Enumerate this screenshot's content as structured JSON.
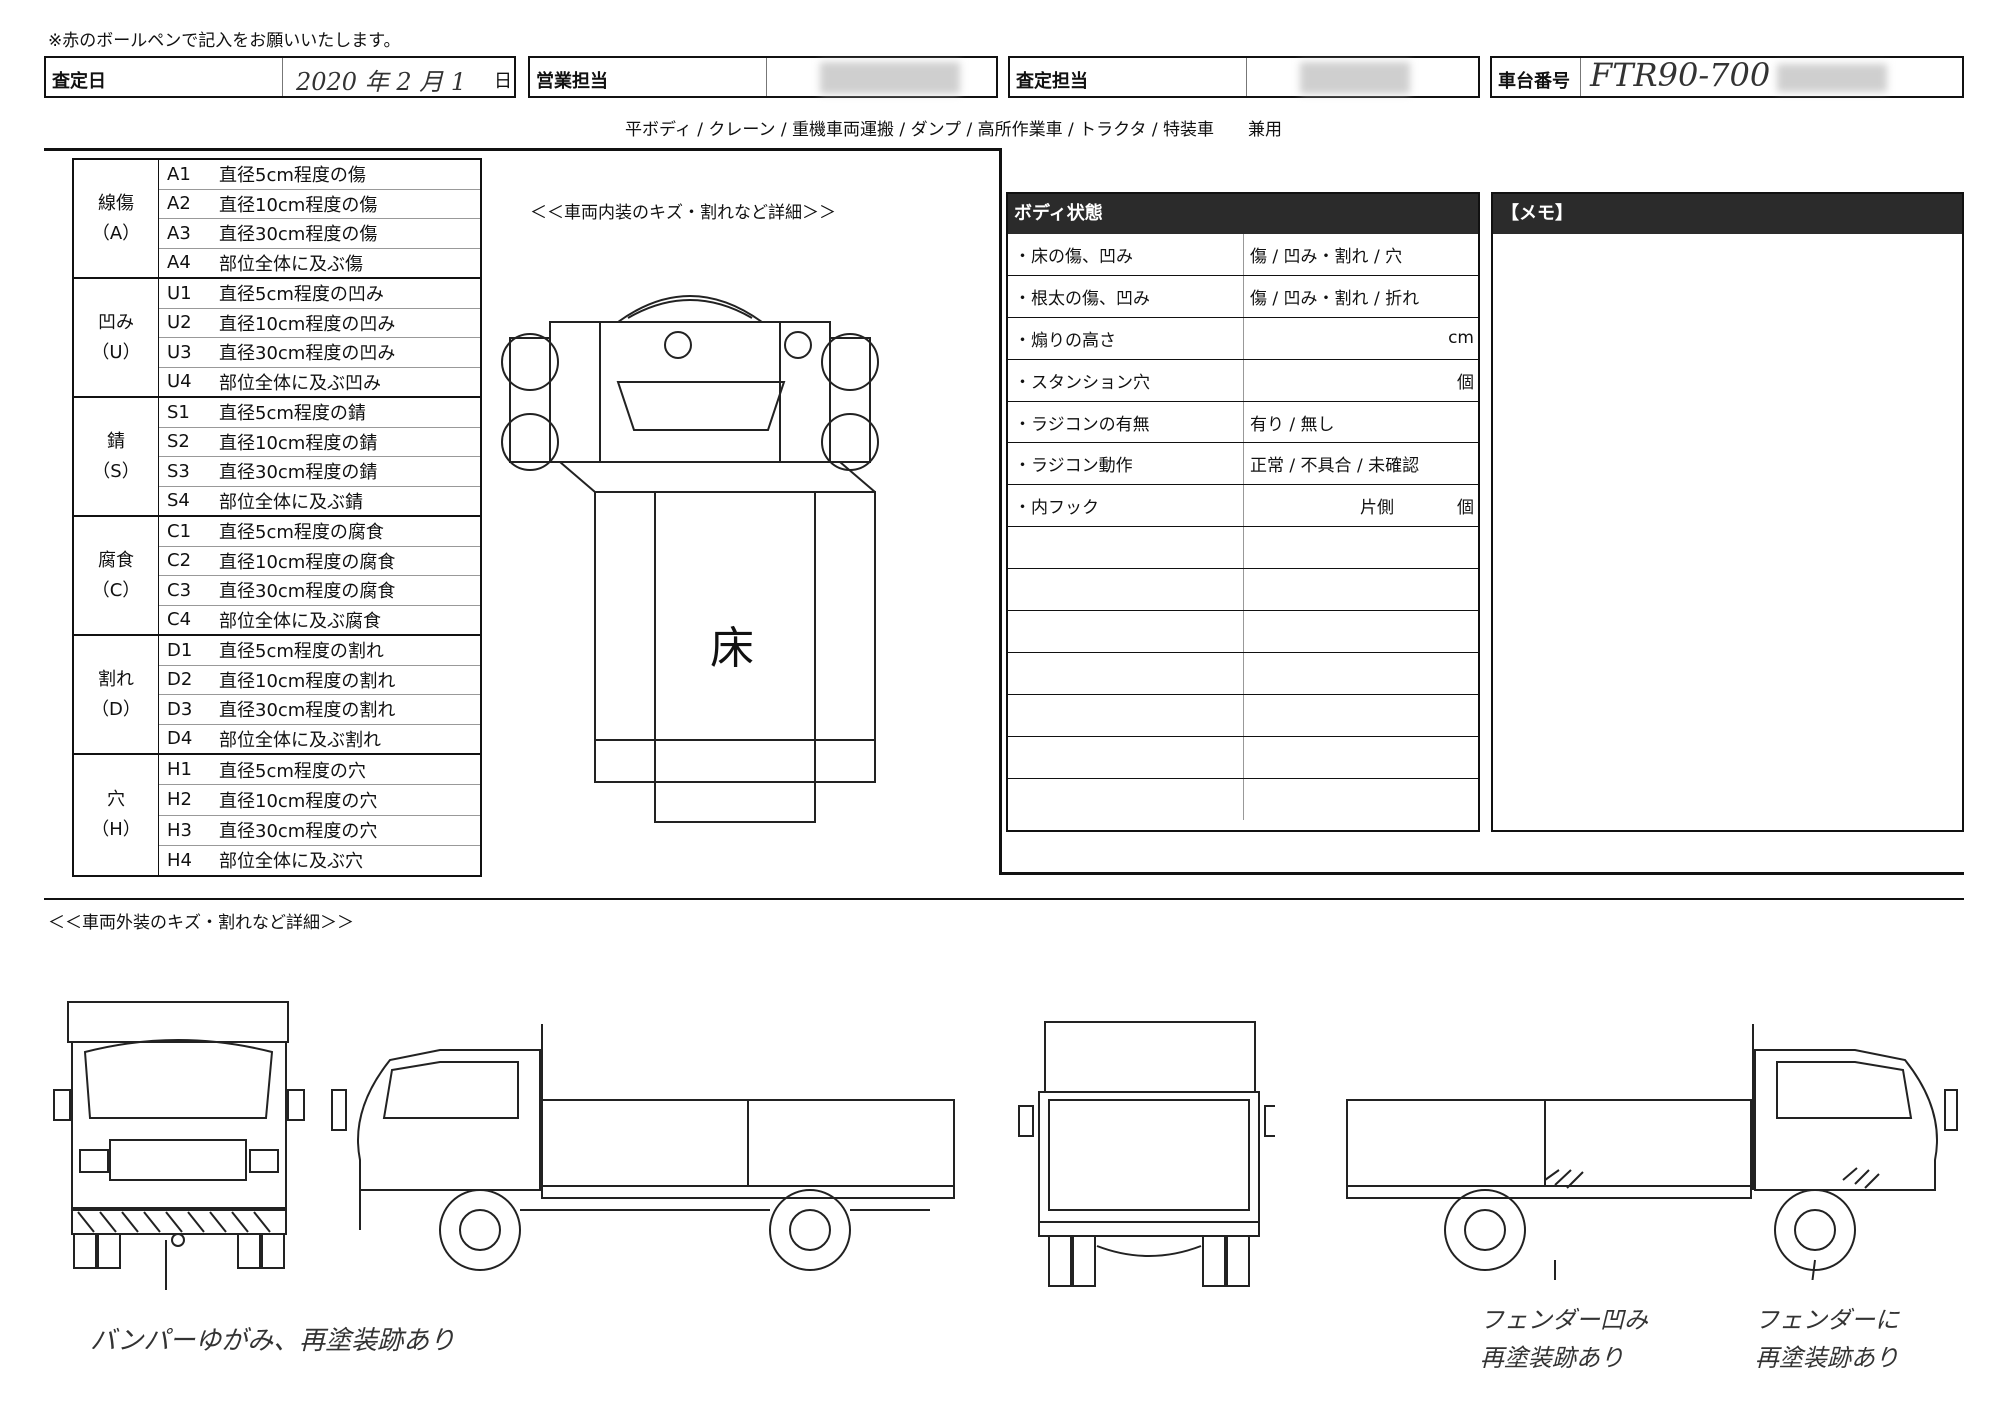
{
  "instruction_note": "※赤のボールペンで記入をお願いいたします。",
  "header": {
    "appraisal_date_label": "査定日",
    "appraisal_date_value": "2020 年 2 月 1",
    "appraisal_date_suffix": "日",
    "sales_rep_label": "営業担当",
    "appraiser_label": "査定担当",
    "chassis_no_label": "車台番号",
    "chassis_no_value": "FTR90-700"
  },
  "vehicle_types": "平ボディ / クレーン / 重機車両運搬 / ダンプ / 高所作業車 / トラクタ / 特装車　　兼用",
  "damage_legend": [
    {
      "category": "線傷",
      "code": "（A）",
      "items": [
        {
          "code": "A1",
          "desc": "直径5cm程度の傷"
        },
        {
          "code": "A2",
          "desc": "直径10cm程度の傷"
        },
        {
          "code": "A3",
          "desc": "直径30cm程度の傷"
        },
        {
          "code": "A4",
          "desc": "部位全体に及ぶ傷"
        }
      ]
    },
    {
      "category": "凹み",
      "code": "（U）",
      "items": [
        {
          "code": "U1",
          "desc": "直径5cm程度の凹み"
        },
        {
          "code": "U2",
          "desc": "直径10cm程度の凹み"
        },
        {
          "code": "U3",
          "desc": "直径30cm程度の凹み"
        },
        {
          "code": "U4",
          "desc": "部位全体に及ぶ凹み"
        }
      ]
    },
    {
      "category": "錆",
      "code": "（S）",
      "items": [
        {
          "code": "S1",
          "desc": "直径5cm程度の錆"
        },
        {
          "code": "S2",
          "desc": "直径10cm程度の錆"
        },
        {
          "code": "S3",
          "desc": "直径30cm程度の錆"
        },
        {
          "code": "S4",
          "desc": "部位全体に及ぶ錆"
        }
      ]
    },
    {
      "category": "腐食",
      "code": "（C）",
      "items": [
        {
          "code": "C1",
          "desc": "直径5cm程度の腐食"
        },
        {
          "code": "C2",
          "desc": "直径10cm程度の腐食"
        },
        {
          "code": "C3",
          "desc": "直径30cm程度の腐食"
        },
        {
          "code": "C4",
          "desc": "部位全体に及ぶ腐食"
        }
      ]
    },
    {
      "category": "割れ",
      "code": "（D）",
      "items": [
        {
          "code": "D1",
          "desc": "直径5cm程度の割れ"
        },
        {
          "code": "D2",
          "desc": "直径10cm程度の割れ"
        },
        {
          "code": "D3",
          "desc": "直径30cm程度の割れ"
        },
        {
          "code": "D4",
          "desc": "部位全体に及ぶ割れ"
        }
      ]
    },
    {
      "category": "穴",
      "code": "（H）",
      "items": [
        {
          "code": "H1",
          "desc": "直径5cm程度の穴"
        },
        {
          "code": "H2",
          "desc": "直径10cm程度の穴"
        },
        {
          "code": "H3",
          "desc": "直径30cm程度の穴"
        },
        {
          "code": "H4",
          "desc": "部位全体に及ぶ穴"
        }
      ]
    }
  ],
  "interior_title": "＜＜車両内装のキズ・割れなど詳細＞＞",
  "floor_label": "床",
  "body_state": {
    "title": "ボディ状態",
    "rows": [
      {
        "label": "・床の傷、凹み",
        "value": "傷 / 凹み・割れ / 穴",
        "unit": ""
      },
      {
        "label": "・根太の傷、凹み",
        "value": "傷 / 凹み・割れ / 折れ",
        "unit": ""
      },
      {
        "label": "・煽りの高さ",
        "value": "",
        "unit": "cm"
      },
      {
        "label": "・スタンション穴",
        "value": "",
        "unit": "個"
      },
      {
        "label": "・ラジコンの有無",
        "value": "有り / 無し",
        "unit": ""
      },
      {
        "label": "・ラジコン動作",
        "value": "正常 / 不具合 / 未確認",
        "unit": ""
      },
      {
        "label": "・内フック",
        "value": "片側",
        "unit": "個"
      },
      {
        "label": "",
        "value": "",
        "unit": ""
      },
      {
        "label": "",
        "value": "",
        "unit": ""
      },
      {
        "label": "",
        "value": "",
        "unit": ""
      },
      {
        "label": "",
        "value": "",
        "unit": ""
      },
      {
        "label": "",
        "value": "",
        "unit": ""
      },
      {
        "label": "",
        "value": "",
        "unit": ""
      },
      {
        "label": "",
        "value": "",
        "unit": ""
      }
    ]
  },
  "memo_title": "【メモ】",
  "exterior_title": "＜＜車両外装のキズ・割れなど詳細＞＞",
  "handwritten_notes": {
    "front": "バンパーゆがみ、再塗装跡あり",
    "right_fender_line1": "フェンダー凹み",
    "right_fender_line2": "再塗装跡あり",
    "left_fender_line1": "フェンダーに",
    "left_fender_line2": "再塗装跡あり"
  }
}
